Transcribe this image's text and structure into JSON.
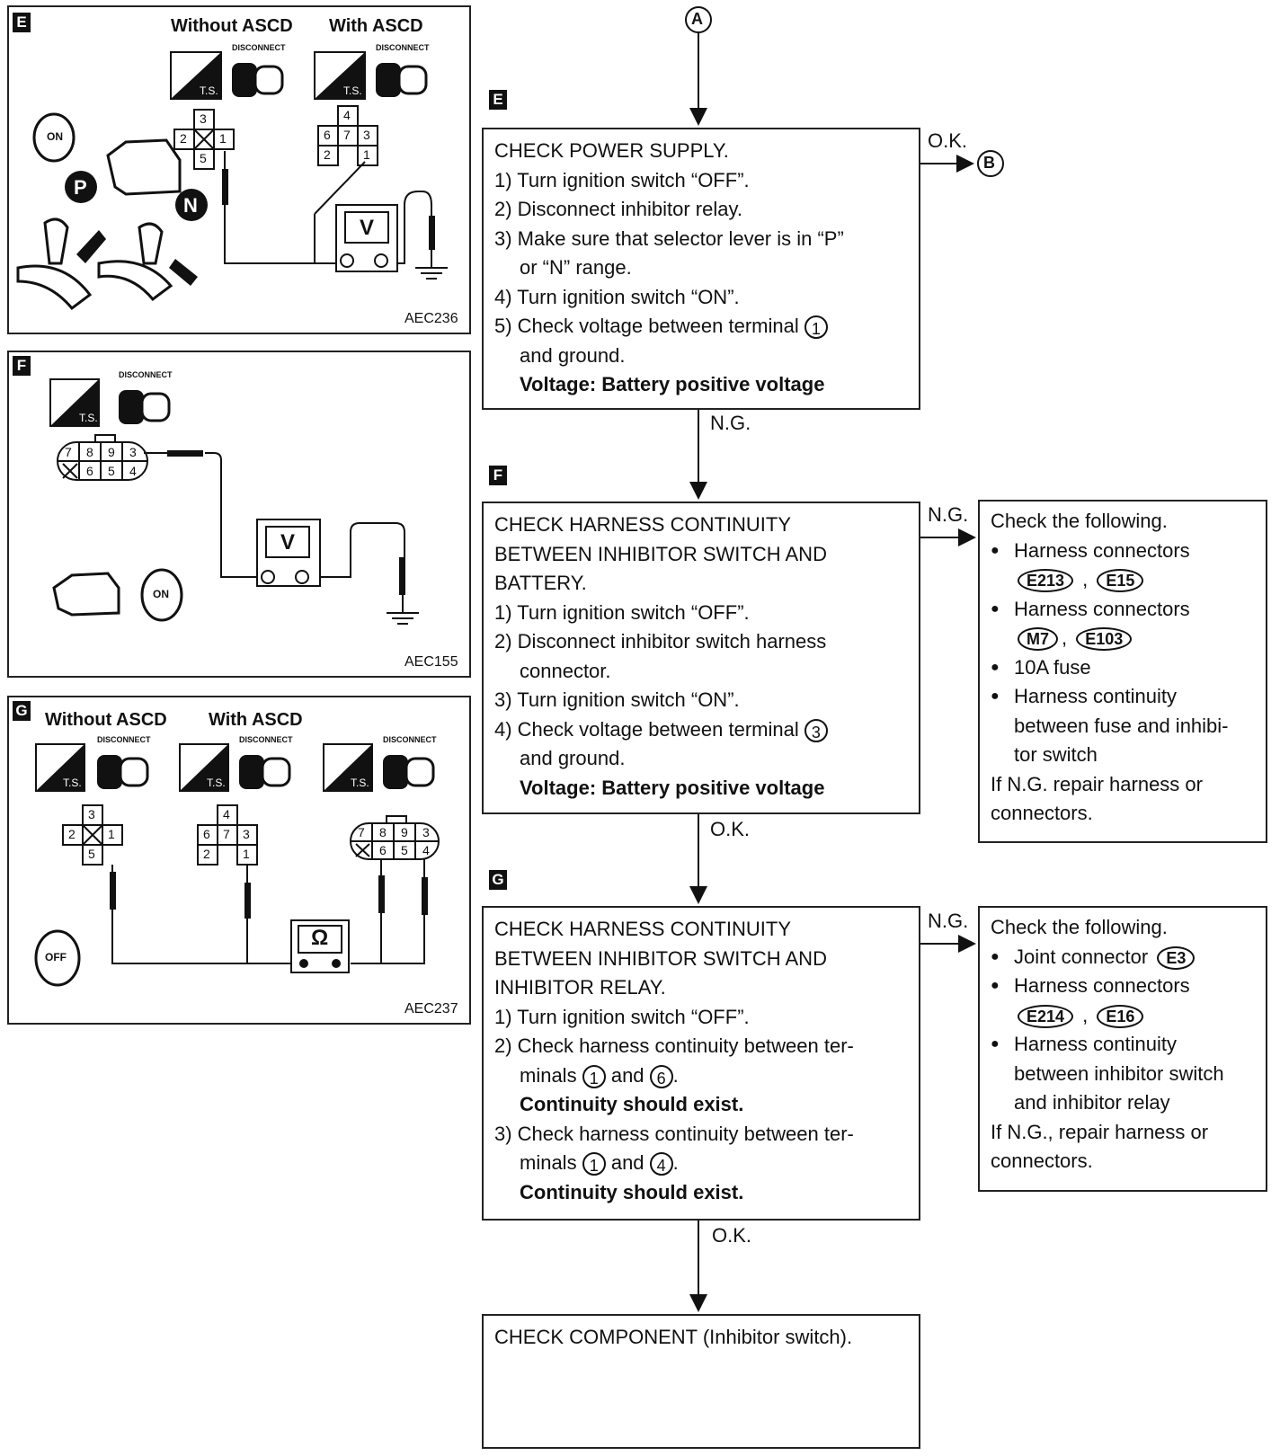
{
  "panel_e": {
    "tag": "E",
    "without_label": "Without ASCD",
    "with_label": "With ASCD",
    "disconnect": "DISCONNECT",
    "ts": "T.S.",
    "on": "ON",
    "p": "P",
    "n": "N",
    "meter": "V",
    "code": "AEC236",
    "conn_a": [
      "3",
      "2",
      "1",
      "5"
    ],
    "conn_b": [
      "4",
      "6",
      "7",
      "3",
      "2",
      "1"
    ]
  },
  "panel_f": {
    "tag": "F",
    "disconnect": "DISCONNECT",
    "ts": "T.S.",
    "on": "ON",
    "meter": "V",
    "code": "AEC155",
    "conn": [
      "7",
      "8",
      "9",
      "3",
      "6",
      "5",
      "4"
    ]
  },
  "panel_g": {
    "tag": "G",
    "without_label": "Without ASCD",
    "with_label": "With ASCD",
    "disconnect": "DISCONNECT",
    "ts": "T.S.",
    "off": "OFF",
    "meter": "Ω",
    "code": "AEC237",
    "conn_a": [
      "3",
      "2",
      "1",
      "5"
    ],
    "conn_b": [
      "4",
      "6",
      "7",
      "3",
      "2",
      "1"
    ],
    "conn_c": [
      "7",
      "8",
      "9",
      "3",
      "6",
      "5",
      "4"
    ]
  },
  "flow": {
    "start": "A",
    "tag_e": "E",
    "tag_f": "F",
    "tag_g": "G",
    "box_e": {
      "title": "CHECK POWER SUPPLY.",
      "s1": "1) Turn ignition switch “OFF”.",
      "s2": "2) Disconnect inhibitor relay.",
      "s3a": "3) Make sure that selector lever is in “P”",
      "s3b": "or “N” range.",
      "s4": "4) Turn ignition switch “ON”.",
      "s5a": "5) Check voltage between terminal",
      "s5t": "1",
      "s5b": "and ground.",
      "spec": "Voltage: Battery positive voltage"
    },
    "ok_e": "O.K.",
    "goto_b": "B",
    "ng_e": "N.G.",
    "box_f": {
      "t1": "CHECK HARNESS CONTINUITY",
      "t2": "BETWEEN INHIBITOR SWITCH AND",
      "t3": "BATTERY.",
      "s1": "1) Turn ignition switch “OFF”.",
      "s2a": "2) Disconnect inhibitor switch harness",
      "s2b": "connector.",
      "s3": "3) Turn ignition switch “ON”.",
      "s4a": "4) Check voltage between terminal",
      "s4t": "3",
      "s4b": "and ground.",
      "spec": "Voltage: Battery positive voltage"
    },
    "ng_f": "N.G.",
    "note_f": {
      "head": "Check the following.",
      "b1": "Harness connectors",
      "c1a": "E213",
      "c1b": "E15",
      "b2": "Harness connectors",
      "c2a": "M7",
      "c2b": "E103",
      "b3": "10A fuse",
      "b4a": "Harness continuity",
      "b4b": "between fuse and inhibi-",
      "b4c": "tor switch",
      "f1": "If N.G. repair harness or",
      "f2": "connectors."
    },
    "ok_f": "O.K.",
    "box_g": {
      "t1": "CHECK HARNESS CONTINUITY",
      "t2": "BETWEEN INHIBITOR SWITCH AND",
      "t3": "INHIBITOR RELAY.",
      "s1": "1) Turn ignition switch “OFF”.",
      "s2a": "2) Check harness continuity between ter-",
      "s2pre": "minals",
      "s2t1": "1",
      "s2and": "and",
      "s2t2": "6",
      "s2c": "Continuity should exist.",
      "s3a": "3) Check harness continuity between ter-",
      "s3pre": "minals",
      "s3t1": "1",
      "s3and": "and",
      "s3t2": "4",
      "s3c": "Continuity should exist."
    },
    "ng_g": "N.G.",
    "note_g": {
      "head": "Check the following.",
      "b1": "Joint connector",
      "c1": "E3",
      "b2": "Harness connectors",
      "c2a": "E214",
      "c2b": "E16",
      "b3a": "Harness continuity",
      "b3b": "between inhibitor switch",
      "b3c": "and inhibitor relay",
      "f1": "If N.G., repair harness or",
      "f2": "connectors."
    },
    "ok_g": "O.K.",
    "box_final": "CHECK COMPONENT (Inhibitor switch)."
  }
}
